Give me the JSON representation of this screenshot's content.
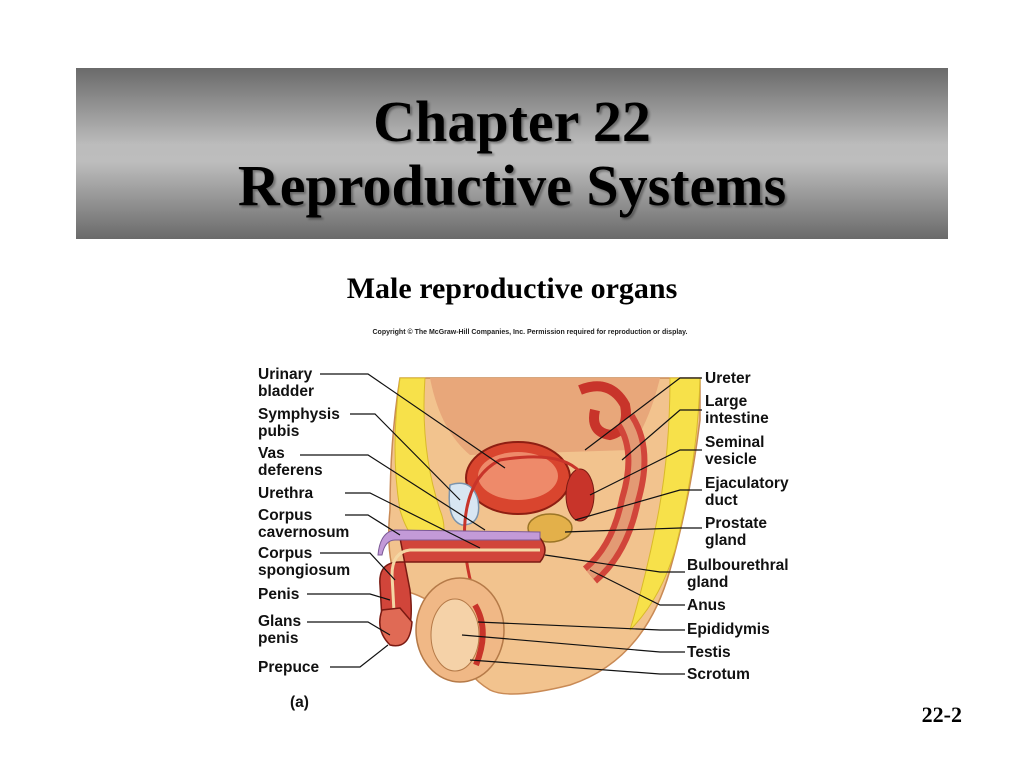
{
  "slide": {
    "title_line1": "Chapter 22",
    "title_line2": "Reproductive Systems",
    "subtitle": "Male reproductive organs",
    "copyright": "Copyright © The McGraw-Hill Companies, Inc. Permission required for reproduction or display.",
    "page_number": "22-2"
  },
  "diagram": {
    "panel_label": "(a)",
    "left_labels": [
      "Urinary\nbladder",
      "Symphysis\npubis",
      "Vas\ndeferens",
      "Urethra",
      "Corpus\ncavernosum",
      "Corpus\nspongiosum",
      "Penis",
      "Glans\npenis",
      "Prepuce"
    ],
    "right_labels": [
      "Ureter",
      "Large\nintestine",
      "Seminal\nvesicle",
      "Ejaculatory\nduct",
      "Prostate\ngland",
      "Bulbourethral\ngland",
      "Anus",
      "Epididymis",
      "Testis",
      "Scrotum"
    ]
  }
}
